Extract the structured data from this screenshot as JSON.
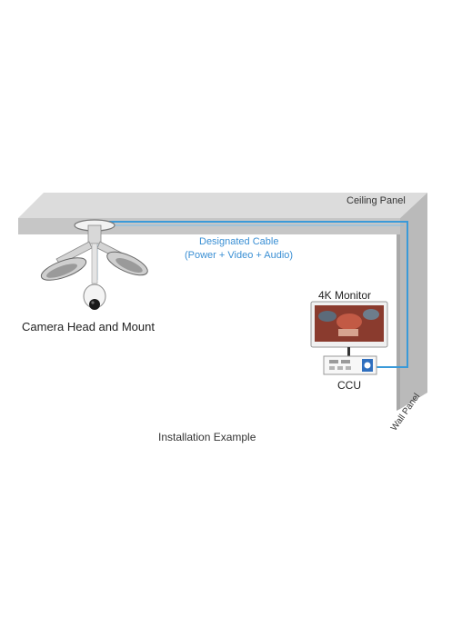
{
  "labels": {
    "ceiling_panel": "Ceiling Panel",
    "cable_line1": "Designated Cable",
    "cable_line2": "(Power + Video + Audio)",
    "camera": "Camera Head and Mount",
    "monitor": "4K Monitor",
    "ccu": "CCU",
    "wall_panel": "Wall Panel",
    "caption": "Installation Example"
  },
  "colors": {
    "panel_top": "#dcdcdc",
    "panel_front": "#c4c4c4",
    "wall_side": "#b8b8b8",
    "cable": "#3a9ad9",
    "ccu_button": "#2f6fbf"
  },
  "icons": [
    "camera-mount-icon",
    "monitor-icon",
    "ccu-unit-icon"
  ]
}
